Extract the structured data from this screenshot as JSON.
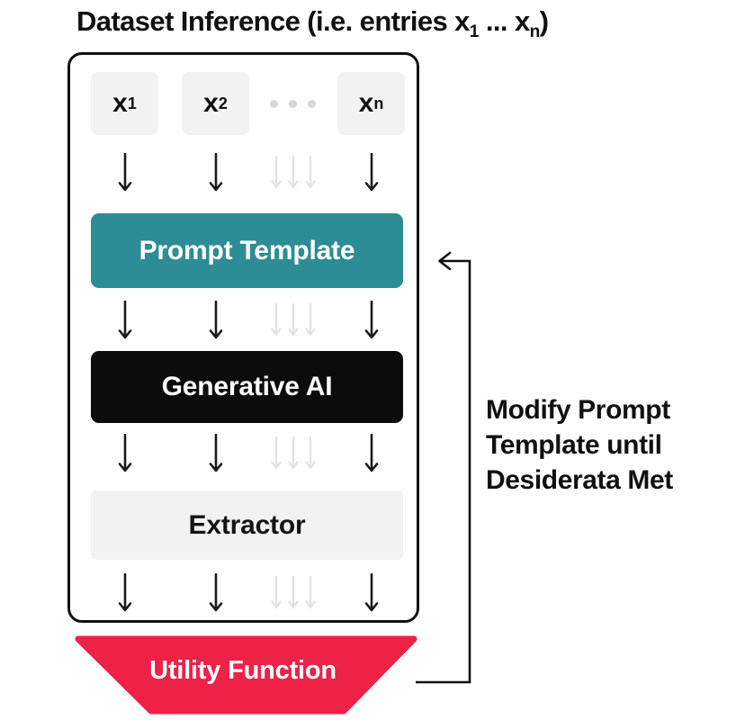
{
  "title": {
    "prefix": "Dataset Inference (i.e. entries x",
    "sub_first": "1",
    "middle": " ... x",
    "sub_last": "n",
    "suffix": ")"
  },
  "pipeline": {
    "inputs": [
      {
        "base": "x",
        "sub": "1"
      },
      {
        "base": "x",
        "sub": "2"
      },
      {
        "base": "x",
        "sub": "n"
      }
    ],
    "stages": [
      {
        "label": "Prompt Template"
      },
      {
        "label": "Generative AI"
      },
      {
        "label": "Extractor"
      }
    ],
    "output": {
      "label": "Utility Function"
    }
  },
  "annotation": {
    "lines": [
      "Modify Prompt",
      "Template until",
      "Desiderata Met"
    ]
  },
  "colors": {
    "prompt_template_bg": "#2e8c96",
    "generative_ai_bg": "#0c0c0c",
    "extractor_bg": "#f2f2f2",
    "input_box_bg": "#f2f2f2",
    "utility_function_bg": "#ee2147",
    "arrow_dark": "#1a1a1a",
    "arrow_faded": "#e2e2e2",
    "outline": "#111111",
    "text_dark": "#111111",
    "text_light": "#ffffff"
  }
}
